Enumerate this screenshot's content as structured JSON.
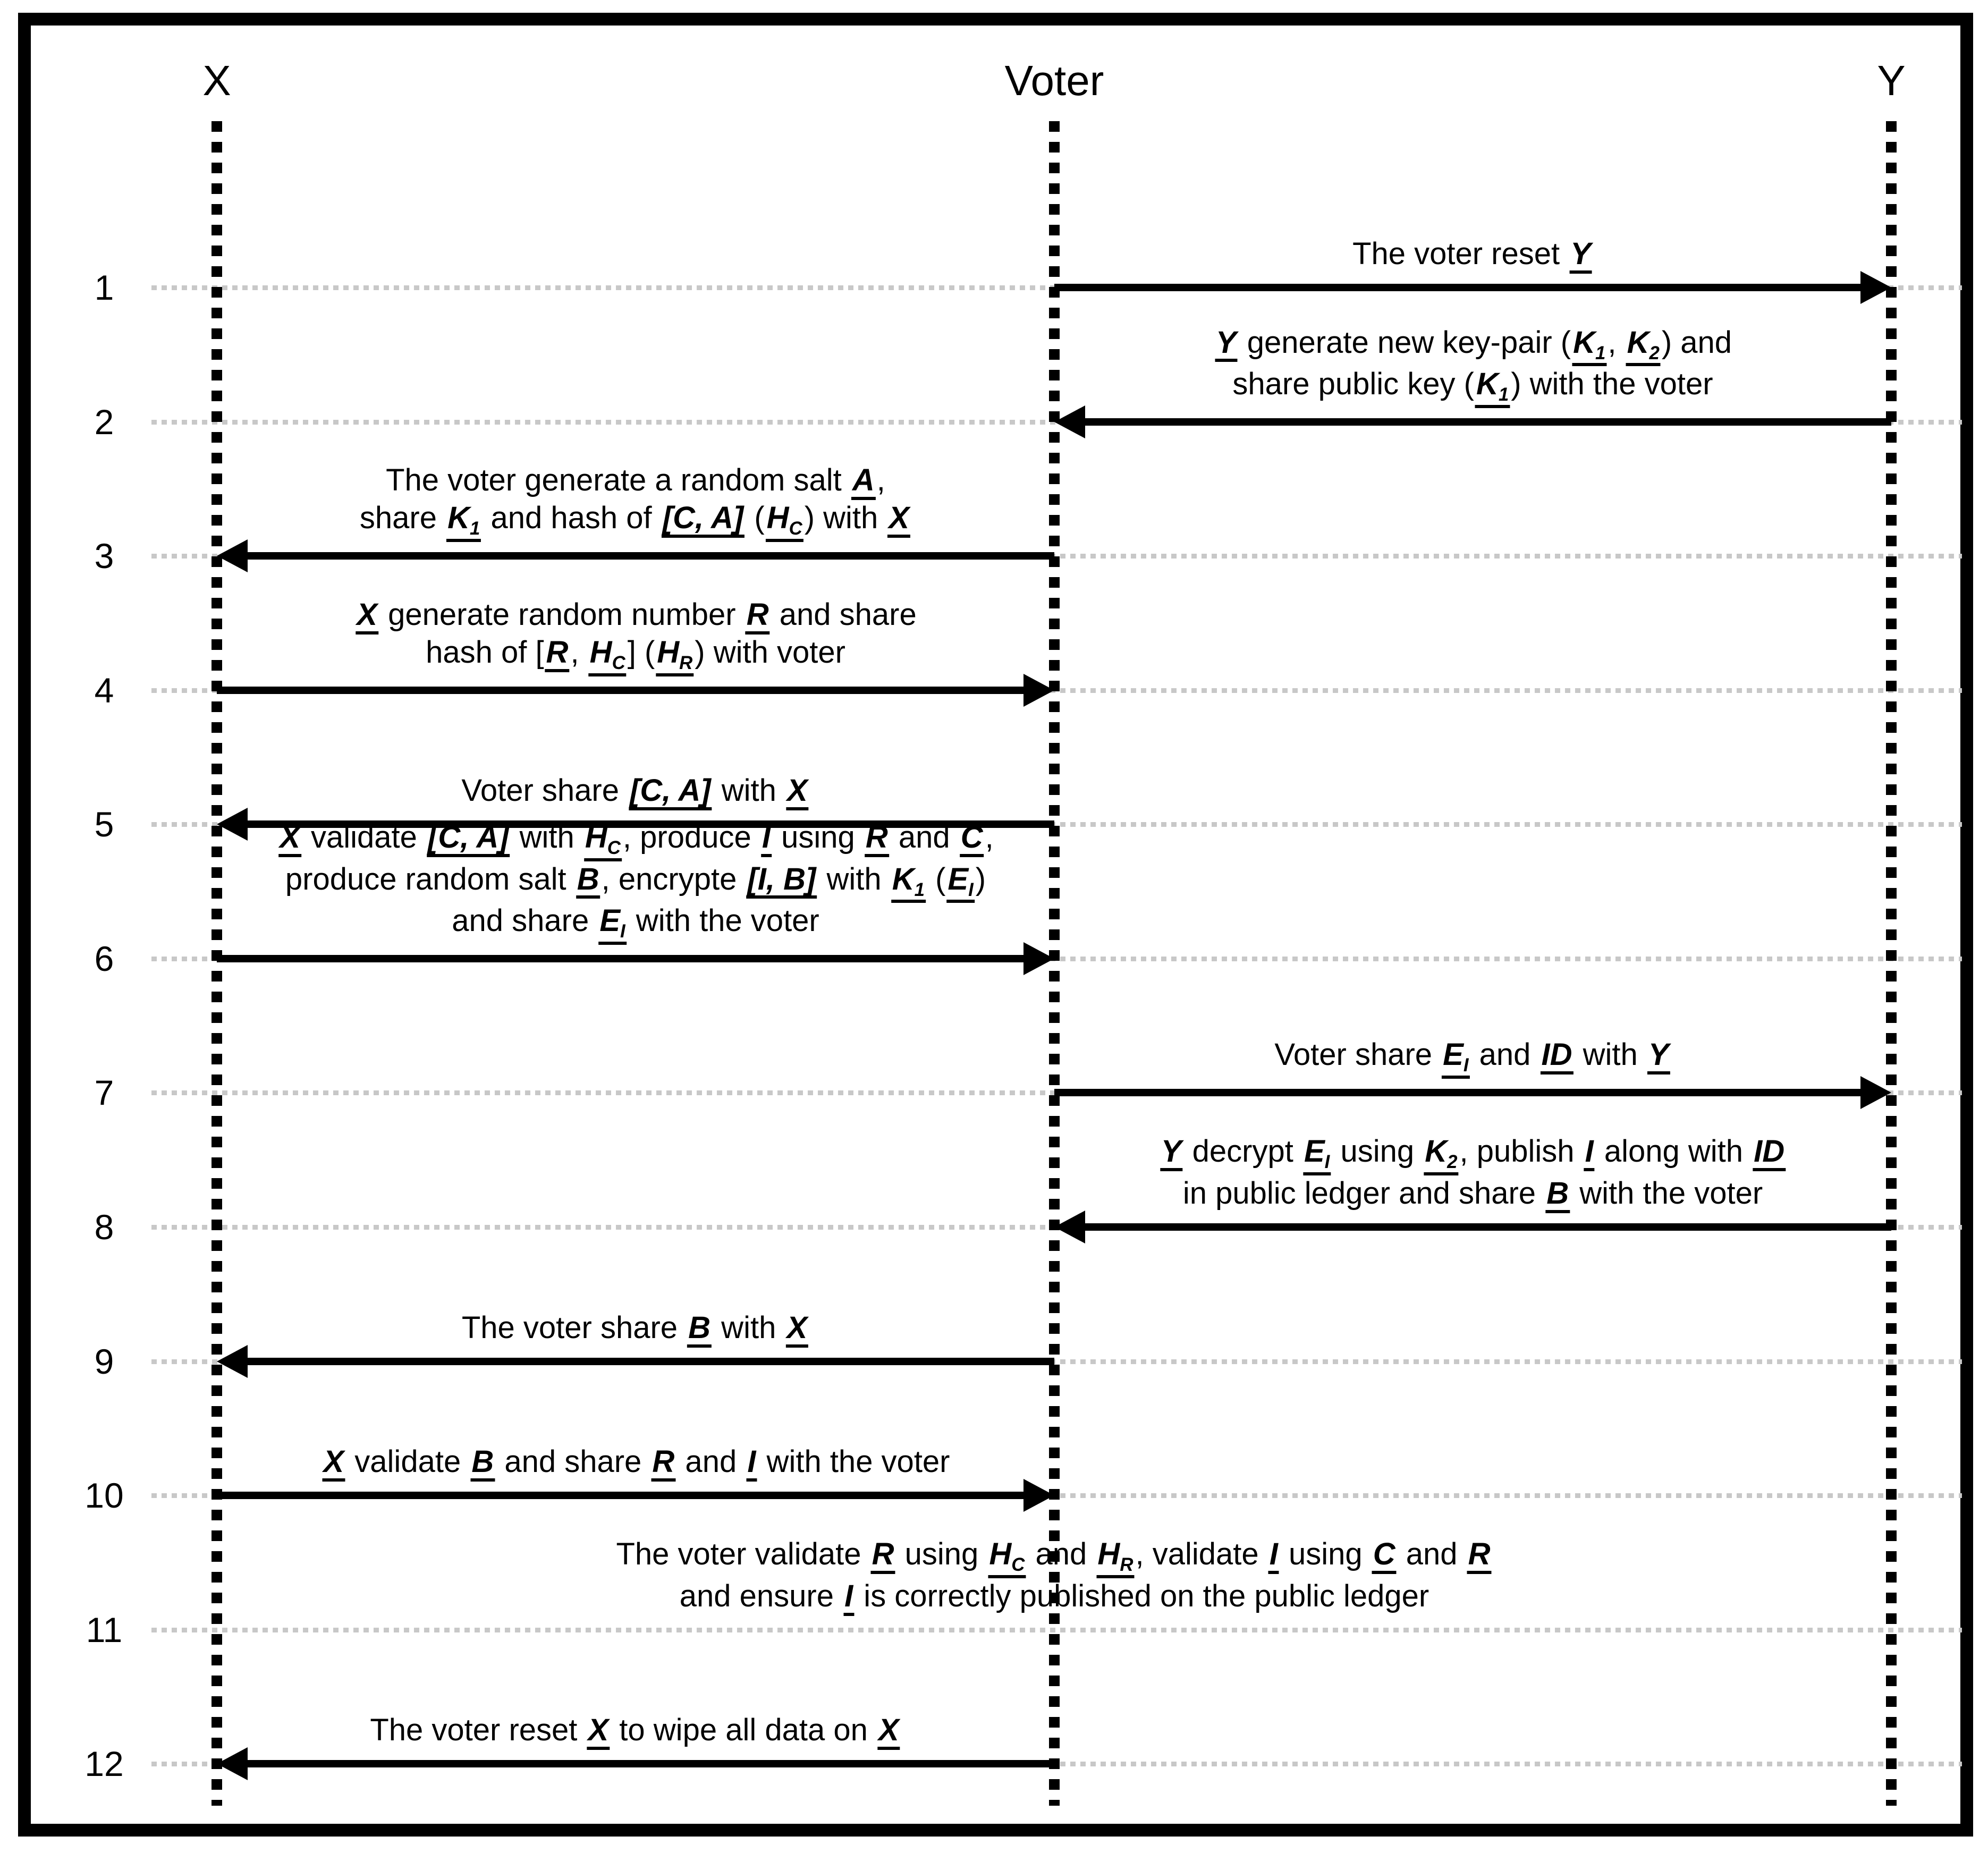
{
  "diagram": {
    "colors": {
      "ink": "#000000",
      "gridline": "#c8c8c8",
      "background": "#ffffff"
    },
    "actors": [
      {
        "id": "X",
        "label": "X"
      },
      {
        "id": "Voter",
        "label": "Voter"
      },
      {
        "id": "Y",
        "label": "Y"
      }
    ],
    "rows": [
      {
        "num": "1",
        "from": "Voter",
        "to": "Y",
        "lines": [
          [
            {
              "t": "The voter reset "
            },
            {
              "v": "Y"
            }
          ]
        ]
      },
      {
        "num": "2",
        "from": "Y",
        "to": "Voter",
        "lines": [
          [
            {
              "v": "Y"
            },
            {
              "t": " generate new key-pair ("
            },
            {
              "v": "K",
              "sub": "1"
            },
            {
              "t": ", "
            },
            {
              "v": "K",
              "sub": "2"
            },
            {
              "t": ") and"
            }
          ],
          [
            {
              "t": "share public key ("
            },
            {
              "v": "K",
              "sub": "1"
            },
            {
              "t": ") with the voter"
            }
          ]
        ]
      },
      {
        "num": "3",
        "from": "Voter",
        "to": "X",
        "lines": [
          [
            {
              "t": "The voter generate a random salt "
            },
            {
              "v": "A"
            },
            {
              "t": ","
            }
          ],
          [
            {
              "t": "share "
            },
            {
              "v": "K",
              "sub": "1"
            },
            {
              "t": " and hash of "
            },
            {
              "v": "[C, A]"
            },
            {
              "t": " ("
            },
            {
              "v": "H",
              "sub": "C"
            },
            {
              "t": ") with "
            },
            {
              "v": "X"
            }
          ]
        ]
      },
      {
        "num": "4",
        "from": "X",
        "to": "Voter",
        "lines": [
          [
            {
              "v": "X"
            },
            {
              "t": " generate random number "
            },
            {
              "v": "R"
            },
            {
              "t": " and share"
            }
          ],
          [
            {
              "t": "hash of ["
            },
            {
              "v": "R"
            },
            {
              "t": ", "
            },
            {
              "v": "H",
              "sub": "C"
            },
            {
              "t": "] ("
            },
            {
              "v": "H",
              "sub": "R"
            },
            {
              "t": ") with voter"
            }
          ]
        ]
      },
      {
        "num": "5",
        "from": "Voter",
        "to": "X",
        "lines": [
          [
            {
              "t": "Voter share "
            },
            {
              "v": "[C, A]"
            },
            {
              "t": " with "
            },
            {
              "v": "X"
            }
          ]
        ]
      },
      {
        "num": "6",
        "from": "X",
        "to": "Voter",
        "lines": [
          [
            {
              "v": "X"
            },
            {
              "t": " validate "
            },
            {
              "v": "[C, A]"
            },
            {
              "t": " with "
            },
            {
              "v": "H",
              "sub": "C"
            },
            {
              "t": ", produce "
            },
            {
              "v": "I"
            },
            {
              "t": " using "
            },
            {
              "v": "R"
            },
            {
              "t": " and "
            },
            {
              "v": "C"
            },
            {
              "t": ","
            }
          ],
          [
            {
              "t": "produce random salt "
            },
            {
              "v": "B"
            },
            {
              "t": ", encrypte "
            },
            {
              "v": "[I, B]"
            },
            {
              "t": " with "
            },
            {
              "v": "K",
              "sub": "1"
            },
            {
              "t": " ("
            },
            {
              "v": "E",
              "sub": "I"
            },
            {
              "t": ")"
            }
          ],
          [
            {
              "t": "and share "
            },
            {
              "v": "E",
              "sub": "I"
            },
            {
              "t": " with the voter"
            }
          ]
        ]
      },
      {
        "num": "7",
        "from": "Voter",
        "to": "Y",
        "lines": [
          [
            {
              "t": "Voter share "
            },
            {
              "v": "E",
              "sub": "I"
            },
            {
              "t": " and "
            },
            {
              "v": "ID"
            },
            {
              "t": " with "
            },
            {
              "v": "Y"
            }
          ]
        ]
      },
      {
        "num": "8",
        "from": "Y",
        "to": "Voter",
        "lines": [
          [
            {
              "v": "Y"
            },
            {
              "t": " decrypt "
            },
            {
              "v": "E",
              "sub": "I"
            },
            {
              "t": " using "
            },
            {
              "v": "K",
              "sub": "2"
            },
            {
              "t": ", publish "
            },
            {
              "v": "I"
            },
            {
              "t": " along with "
            },
            {
              "v": "ID"
            }
          ],
          [
            {
              "t": "in public ledger and share "
            },
            {
              "v": "B"
            },
            {
              "t": " with the voter"
            }
          ]
        ]
      },
      {
        "num": "9",
        "from": "Voter",
        "to": "X",
        "lines": [
          [
            {
              "t": "The voter share "
            },
            {
              "v": "B"
            },
            {
              "t": " with "
            },
            {
              "v": "X"
            }
          ]
        ]
      },
      {
        "num": "10",
        "from": "X",
        "to": "Voter",
        "lines": [
          [
            {
              "v": "X"
            },
            {
              "t": " validate "
            },
            {
              "v": "B"
            },
            {
              "t": " and share "
            },
            {
              "v": "R"
            },
            {
              "t": " and "
            },
            {
              "v": "I"
            },
            {
              "t": " with the voter"
            }
          ]
        ]
      },
      {
        "num": "11",
        "from": null,
        "to": null,
        "lines": [
          [
            {
              "t": "The voter validate "
            },
            {
              "v": "R"
            },
            {
              "t": " using "
            },
            {
              "v": "H",
              "sub": "C"
            },
            {
              "t": " and "
            },
            {
              "v": "H",
              "sub": "R"
            },
            {
              "t": ", validate "
            },
            {
              "v": "I"
            },
            {
              "t": " using "
            },
            {
              "v": "C"
            },
            {
              "t": " and "
            },
            {
              "v": "R"
            }
          ],
          [
            {
              "t": "and ensure "
            },
            {
              "v": "I"
            },
            {
              "t": " is correctly published on the public ledger"
            }
          ]
        ]
      },
      {
        "num": "12",
        "from": "Voter",
        "to": "X",
        "lines": [
          [
            {
              "t": "The voter reset "
            },
            {
              "v": "X"
            },
            {
              "t": " to wipe all data on "
            },
            {
              "v": "X"
            }
          ]
        ]
      }
    ]
  }
}
